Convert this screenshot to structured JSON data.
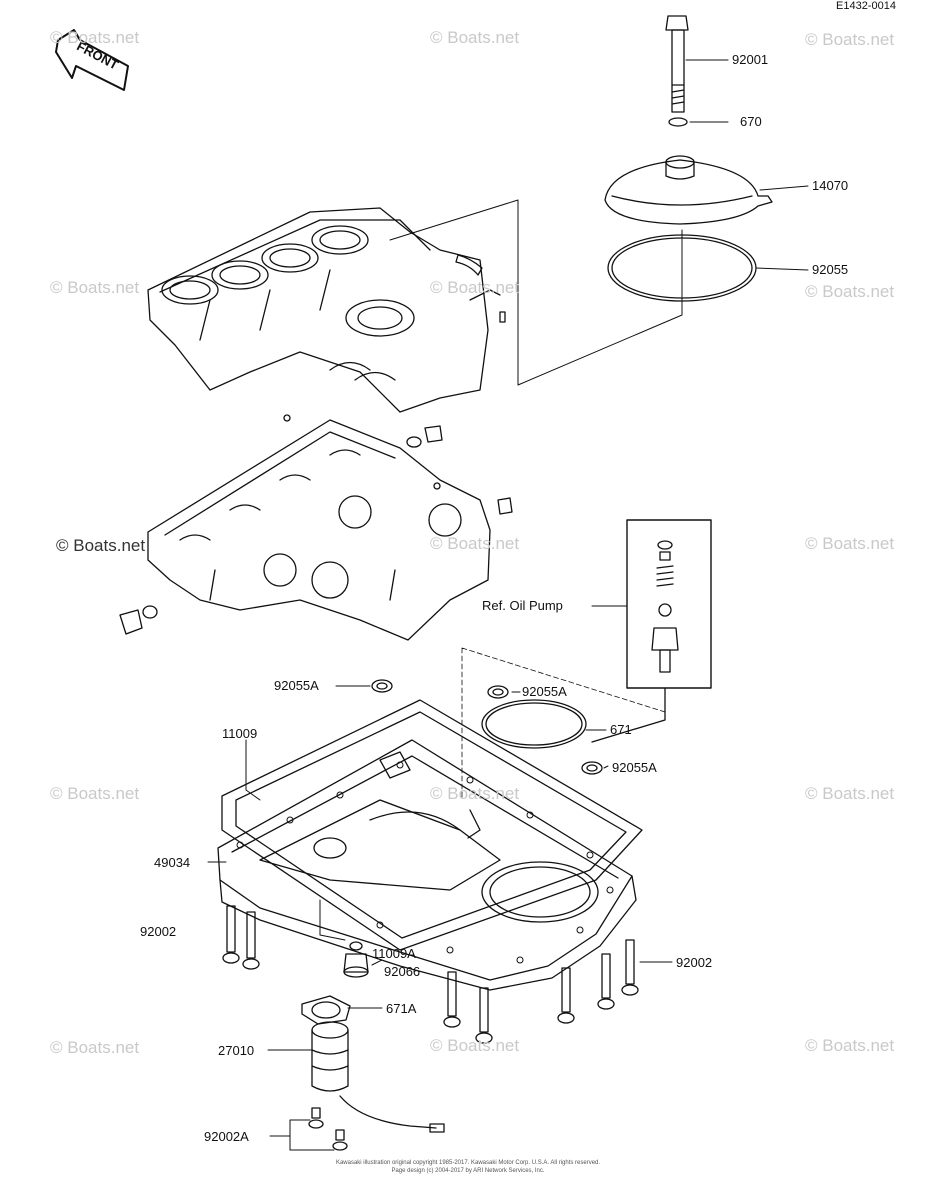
{
  "diagram": {
    "code": "E1432-0014",
    "front_label": "FRONT",
    "watermark": "© Boats.net",
    "footer_line1": "Kawasaki illustration original copyright 1985-2017. Kawasaki Motor Corp. U.S.A. All rights reserved.",
    "footer_line2": "Page design (c) 2004-2017 by ARI Network Services, Inc.",
    "parts": {
      "p92001": "92001",
      "p670": "670",
      "p14070": "14070",
      "p92055": "92055",
      "ref_oil_pump": "Ref.  Oil Pump",
      "p92055A_left": "92055A",
      "p92055A_mid": "92055A",
      "p671": "671",
      "p92055A_right": "92055A",
      "p11009": "11009",
      "p49034": "49034",
      "p92002_left": "92002",
      "p11009A": "11009A",
      "p92066": "92066",
      "p92002_right": "92002",
      "p671A": "671A",
      "p27010": "27010",
      "p92002A": "92002A"
    }
  }
}
